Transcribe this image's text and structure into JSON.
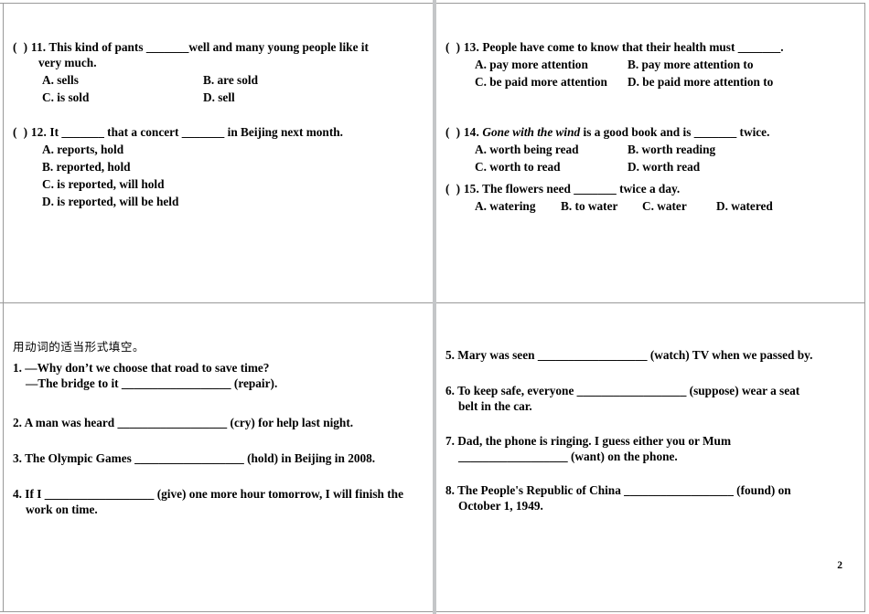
{
  "document": {
    "page_number": "2",
    "colors": {
      "background": "#ffffff",
      "text": "#000000",
      "grid_line": "#9a9a9a",
      "center_divider": "#c4c6c8"
    }
  },
  "slides": {
    "top_left": {
      "questions": [
        {
          "marker": "(  ) 11.",
          "stem_line1": "This kind of pants _______well and many young people like it",
          "stem_line2": "very much.",
          "options": [
            {
              "label": "A. sells",
              "column": "left"
            },
            {
              "label": "B. are sold",
              "column": "right"
            },
            {
              "label": "C. is sold",
              "column": "left"
            },
            {
              "label": "D. sell",
              "column": "right"
            }
          ]
        },
        {
          "marker": "(  ) 12.",
          "stem_line1": "It _______ that a concert _______ in Beijing next month.",
          "options": [
            {
              "label": "A. reports, hold",
              "column": "left"
            },
            {
              "label": "B. reported, hold",
              "column": "left"
            },
            {
              "label": "C. is reported, will hold",
              "column": "left"
            },
            {
              "label": "D. is reported, will be held",
              "column": "left"
            }
          ]
        }
      ]
    },
    "top_right": {
      "questions": [
        {
          "marker": "(  ) 13.",
          "stem_line1": "People have come to know that their health must _______.",
          "options": [
            {
              "label": "A. pay more attention",
              "column": "left"
            },
            {
              "label": "B. pay more attention to",
              "column": "right"
            },
            {
              "label": "C. be paid more attention",
              "column": "left"
            },
            {
              "label": "D. be paid more attention to",
              "column": "right"
            }
          ]
        },
        {
          "marker": "(  ) 14.",
          "stem_italic": "Gone with the wind",
          "stem_rest": " is a good book and is _______ twice.",
          "options": [
            {
              "label": "A. worth being read",
              "column": "left"
            },
            {
              "label": "B. worth reading",
              "column": "right"
            },
            {
              "label": "C. worth to read",
              "column": "left"
            },
            {
              "label": "D. worth read",
              "column": "right"
            }
          ]
        },
        {
          "marker": "(  ) 15.",
          "stem_line1": "The flowers need _______ twice a day.",
          "options_inline": [
            "A. watering",
            "B. to water",
            "C. water",
            "D. watered"
          ]
        }
      ]
    },
    "bottom_left": {
      "heading": "用动词的适当形式填空。",
      "items": [
        {
          "number": "1.",
          "line1": " —Why don’t we choose that road to save time?",
          "line2": "—The bridge to it __________________ (repair)."
        },
        {
          "number": "2.",
          "line1": " A man was heard __________________ (cry) for help last night."
        },
        {
          "number": "3.",
          "line1": " The Olympic Games __________________ (hold) in Beijing in 2008."
        },
        {
          "number": "4.",
          "line1": " If I __________________ (give) one more hour tomorrow, I will finish the",
          "line2": "work on time."
        }
      ]
    },
    "bottom_right": {
      "items": [
        {
          "number": "5.",
          "line1": " Mary was seen __________________ (watch) TV when we passed by."
        },
        {
          "number": "6.",
          "line1": " To keep safe, everyone __________________ (suppose) wear a seat",
          "line2": "belt in the car."
        },
        {
          "number": "7.",
          "line1": " Dad, the phone is ringing. I guess either you or Mum",
          "line2": "__________________ (want) on the phone."
        },
        {
          "number": "8.",
          "line1": " The People's Republic of China __________________ (found) on",
          "line2": "October 1, 1949."
        }
      ]
    }
  }
}
